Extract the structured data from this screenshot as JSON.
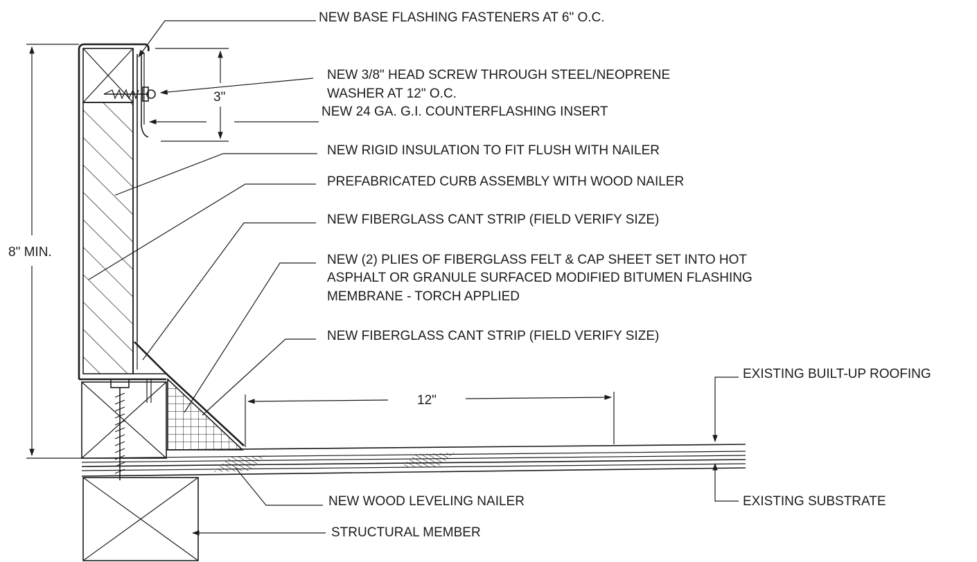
{
  "labels": {
    "base_flashing_fasteners": "NEW BASE FLASHING FASTENERS AT 6\" O.C.",
    "head_screw_line1": "NEW 3/8\" HEAD SCREW THROUGH STEEL/NEOPRENE",
    "head_screw_line2": "WASHER AT 12\" O.C.",
    "counterflashing_insert": "NEW 24 GA. G.I. COUNTERFLASHING INSERT",
    "rigid_insulation": "NEW RIGID INSULATION TO FIT FLUSH WITH NAILER",
    "curb_assembly": "PREFABRICATED CURB ASSEMBLY WITH WOOD NAILER",
    "cant_strip_upper": "NEW FIBERGLASS CANT STRIP (FIELD VERIFY SIZE)",
    "plies_line1": "NEW (2) PLIES OF FIBERGLASS FELT & CAP SHEET SET INTO HOT",
    "plies_line2": "ASPHALT OR GRANULE SURFACED MODIFIED BITUMEN FLASHING",
    "plies_line3": "MEMBRANE - TORCH APPLIED",
    "cant_strip_lower": "NEW FIBERGLASS CANT STRIP (FIELD VERIFY SIZE)",
    "existing_roofing": "EXISTING BUILT-UP ROOFING",
    "wood_leveling_nailer": "NEW WOOD LEVELING NAILER",
    "existing_substrate": "EXISTING SUBSTRATE",
    "structural_member": "STRUCTURAL MEMBER"
  },
  "dimensions": {
    "curb_height": "8\" MIN.",
    "counterflashing_height": "3\"",
    "flashing_extension": "12\""
  }
}
